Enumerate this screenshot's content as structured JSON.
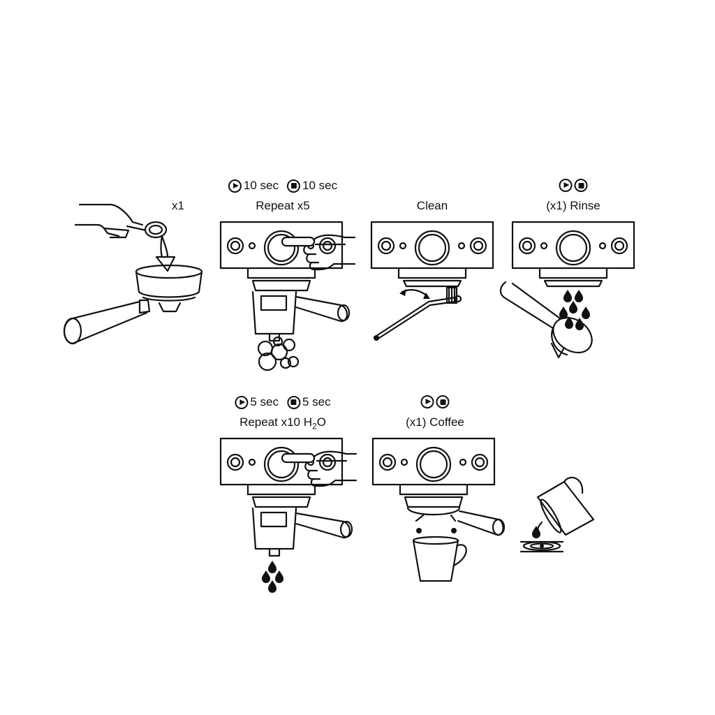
{
  "steps": {
    "step1": {
      "label": "x1"
    },
    "step2": {
      "time_start": "10 sec",
      "time_stop": "10 sec",
      "label": "Repeat x5"
    },
    "step3": {
      "label": "Clean"
    },
    "step4": {
      "label": "(x1) Rinse"
    },
    "step5": {
      "time_start": "5 sec",
      "time_stop": "5 sec",
      "label_prefix": "Repeat x10 H",
      "label_sub": "2",
      "label_suffix": "O"
    },
    "step6": {
      "label": "(x1) Coffee"
    }
  },
  "icons": [
    "play-icon",
    "stop-icon",
    "hand-icon",
    "portafilter-icon",
    "cleaning-tablet-icon",
    "arrow-down-icon",
    "water-drop-icon",
    "cup-icon",
    "brush-icon",
    "bubbles-icon"
  ]
}
